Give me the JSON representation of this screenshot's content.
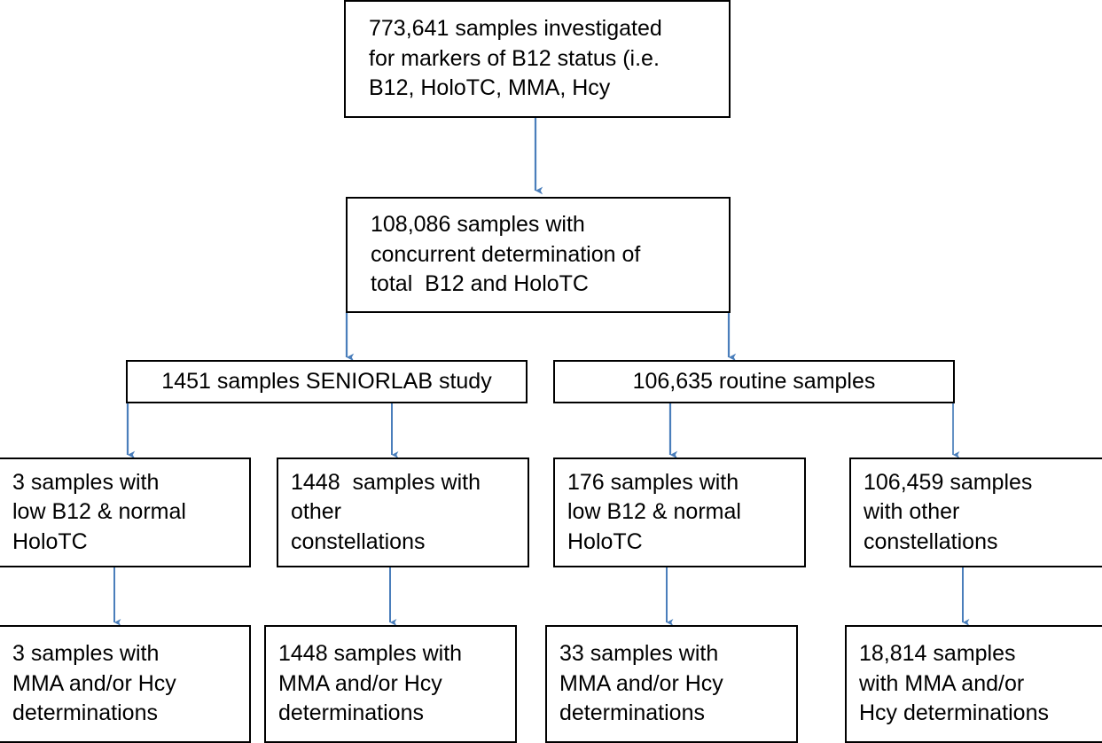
{
  "diagram": {
    "type": "flowchart",
    "title": "Study sample selection flow diagram",
    "arrow_color": "#4A7EBB",
    "box_border_color": "#000000",
    "background_color": "#FFFFFF",
    "nodes": {
      "total_investigated": {
        "lines": [
          "773,641 samples investigated",
          "for markers of B12 status (i.e.",
          "B12, HoloTC, MMA, Hcy"
        ]
      },
      "concurrent_determination": {
        "lines": [
          "108,086 samples with",
          "concurrent determination of",
          "total  B12 and HoloTC"
        ]
      },
      "seniorlab_study": {
        "lines": [
          "1451 samples SENIORLAB study"
        ]
      },
      "routine_samples": {
        "lines": [
          "106,635 routine samples"
        ]
      },
      "senior_low_b12": {
        "lines": [
          "3 samples with",
          "low B12 & normal",
          "HoloTC"
        ]
      },
      "senior_other": {
        "lines": [
          "1448  samples with",
          "other",
          "constellations"
        ]
      },
      "routine_low_b12": {
        "lines": [
          "176 samples with",
          "low B12 & normal",
          "HoloTC"
        ]
      },
      "routine_other": {
        "lines": [
          "106,459 samples",
          "with other",
          "constellations"
        ]
      },
      "senior_low_b12_mma": {
        "lines": [
          "3 samples with",
          "MMA and/or Hcy",
          "determinations"
        ]
      },
      "senior_other_mma": {
        "lines": [
          "1448 samples with",
          "MMA and/or Hcy",
          "determinations"
        ]
      },
      "routine_low_b12_mma": {
        "lines": [
          "33 samples with",
          "MMA and/or Hcy",
          "determinations"
        ]
      },
      "routine_other_mma": {
        "lines": [
          "18,814 samples",
          "with MMA and/or",
          "Hcy determinations"
        ]
      }
    }
  }
}
